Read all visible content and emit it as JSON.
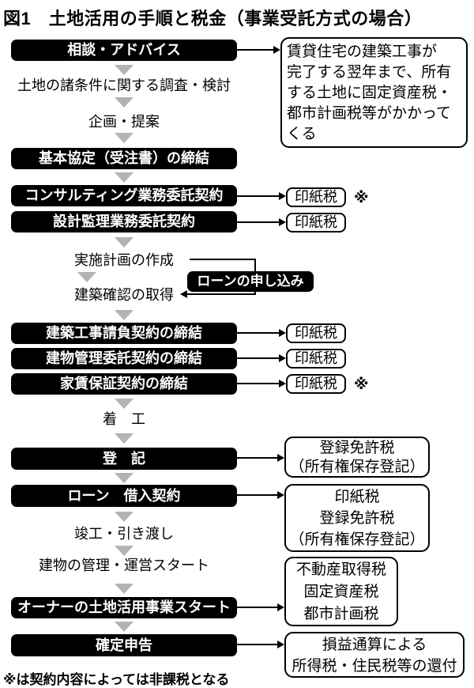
{
  "title": "図1　土地活用の手順と税金（事業受託方式の場合）",
  "footer_note": "※は契約内容によっては非課税となる",
  "asterisk": "※",
  "colors": {
    "process_box_bg": "#000000",
    "process_box_text": "#ffffff",
    "flow_triangle_gray": "#b3b3b3",
    "border_black": "#000000"
  },
  "steps": {
    "soudan": "相談・アドバイス",
    "chousa": "土地の諸条件に関する調査・検討",
    "kikaku": "企画・提案",
    "kihon": "基本協定（受注書）の締結",
    "consul": "コンサルティング業務委託契約",
    "sekkei": "設計監理業務委託契約",
    "jisshi": "実施計画の作成",
    "loan_moushikomi": "ローンの申し込み",
    "kakunin": "建築確認の取得",
    "ukeoi": "建築工事請負契約の締結",
    "kanri_itaku": "建物管理委託契約の締結",
    "yachin": "家賃保証契約の締結",
    "chakkou": "着　工",
    "touki": "登　記",
    "loan_keiyaku": "ローン　借入契約",
    "shunkou": "竣工・引き渡し",
    "kanri_start": "建物の管理・運営スタート",
    "owner_start": "オーナーの土地活用事業スタート",
    "kakutei": "確定申告"
  },
  "tax_boxes": {
    "info": "賃貸住宅の建築工事が\n完了する翌年まで、所有\nする土地に固定資産税・\n都市計画税等がかかって\nくる",
    "inshi": "印紙税",
    "touroku": "登録免許税\n（所有権保存登記）",
    "loan_tax": "印紙税\n登録免許税\n（所有権保存登記）",
    "fudousan": "不動産取得税\n固定資産税\n都市計画税",
    "soneki": "損益通算による\n所得税・住民税等の還付"
  }
}
